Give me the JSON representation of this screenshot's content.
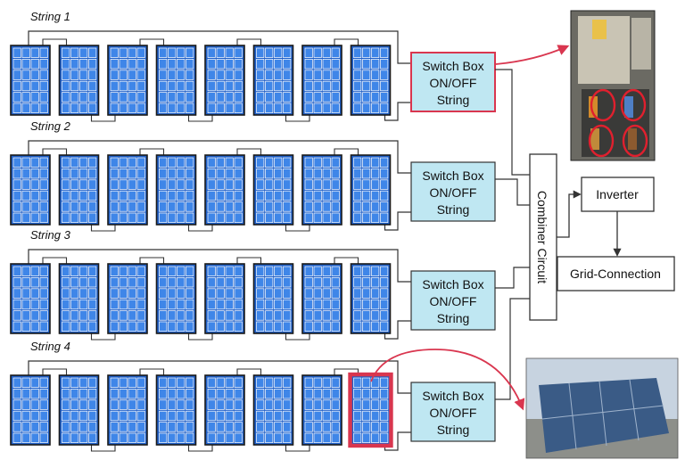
{
  "strings": [
    {
      "label": "String 1",
      "switch_lines": [
        "Switch Box",
        "ON/OFF",
        "String"
      ],
      "highlight_switch": true,
      "highlight_panel": null
    },
    {
      "label": "String 2",
      "switch_lines": [
        "Switch Box",
        "ON/OFF",
        "String"
      ],
      "highlight_switch": false,
      "highlight_panel": null
    },
    {
      "label": "String 3",
      "switch_lines": [
        "Switch Box",
        "ON/OFF",
        "String"
      ],
      "highlight_switch": false,
      "highlight_panel": null
    },
    {
      "label": "String 4",
      "switch_lines": [
        "Switch Box",
        "ON/OFF",
        "String"
      ],
      "highlight_switch": false,
      "highlight_panel": 7
    }
  ],
  "panels_per_string": 8,
  "combiner_label": "Combiner Circuit",
  "inverter_label": "Inverter",
  "grid_label": "Grid-Connection",
  "colors": {
    "panel_fill": "#1f5fc7",
    "panel_cell": "#3f86e8",
    "switch_fill": "#bfe7f2",
    "highlight": "#d9364f",
    "wire": "#333333"
  }
}
